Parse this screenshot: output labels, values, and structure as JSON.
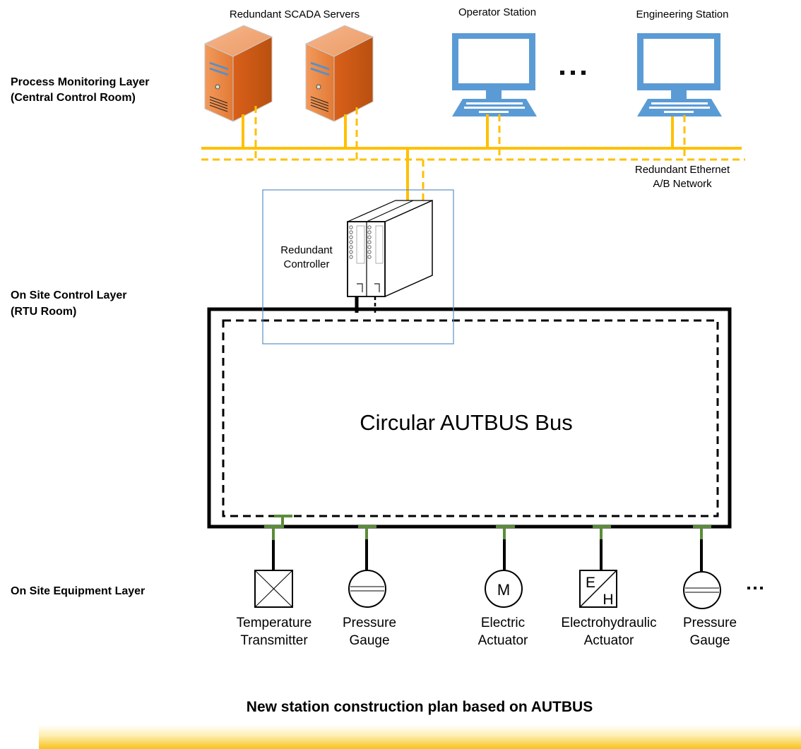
{
  "layers": {
    "monitoring": [
      "Process Monitoring Layer",
      "(Central Control Room)"
    ],
    "control": [
      "On Site Control Layer",
      "(RTU Room)"
    ],
    "equipment": [
      "On Site Equipment Layer"
    ]
  },
  "top_devices": {
    "servers_label": "Redundant SCADA Servers",
    "operator_label": "Operator Station",
    "engineering_label": "Engineering Station",
    "ellipsis": "..."
  },
  "network": {
    "label": [
      "Redundant Ethernet",
      "A/B Network"
    ],
    "color": "#ffc000"
  },
  "controller": {
    "label": [
      "Redundant",
      "Controller"
    ],
    "frame_color": "#5a8fc8"
  },
  "bus": {
    "label": "Circular AUTBUS Bus",
    "connector_color": "#5b8c3a"
  },
  "equipment": [
    {
      "name": "temperature-transmitter",
      "label": [
        "Temperature",
        "Transmitter"
      ],
      "symbol": "box-x"
    },
    {
      "name": "pressure-gauge",
      "label": [
        "Pressure",
        "Gauge"
      ],
      "symbol": "gauge"
    },
    {
      "name": "electric-actuator",
      "label": [
        "Electric",
        "Actuator"
      ],
      "symbol": "M"
    },
    {
      "name": "electrohydraulic-actuator",
      "label": [
        "Electrohydraulic",
        "Actuator"
      ],
      "symbol": "E/H",
      "symbol_top": "E",
      "symbol_bottom": "H"
    },
    {
      "name": "pressure-gauge-2",
      "label": [
        "Pressure",
        "Gauge"
      ],
      "symbol": "gauge"
    }
  ],
  "equipment_ellipsis": "...",
  "caption": "New station construction plan based on AUTBUS"
}
